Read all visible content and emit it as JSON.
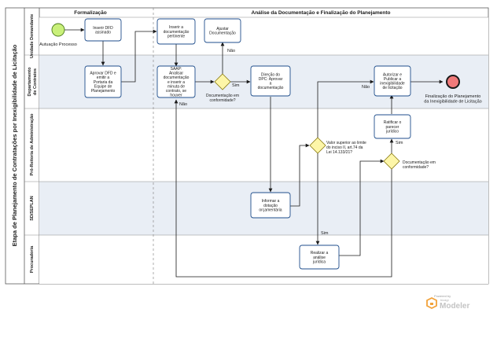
{
  "pool": {
    "title": "Etapa de Planejamento de Contratações por Inexigibilidade de Licitação"
  },
  "phases": [
    {
      "label": "Formalização"
    },
    {
      "label": "Análise da Documentação e Finalização do Planejamento"
    }
  ],
  "lanes": [
    {
      "label": "Unidade Demandante"
    },
    {
      "label": "Departamento de Contratos"
    },
    {
      "label": "Pró-Reitoria de Administração"
    },
    {
      "label": "SD/SEPLAN"
    },
    {
      "label": "Procuradoria"
    }
  ],
  "events": {
    "start": {
      "label": "Autuação Processo"
    },
    "end": {
      "label": "Finalização do Planejamento da Inexigibilidade de Licitação"
    }
  },
  "tasks": [
    {
      "id": "inserir-dfd",
      "label": "Inserir DFD assinado"
    },
    {
      "id": "aprovar-dfd",
      "label": "Aprovar DFD e emitir a Portaria da Equipe de Planejamento"
    },
    {
      "id": "inserir-doc",
      "label": "Inserir a documentação pertinente"
    },
    {
      "id": "ajustar-doc",
      "label": "Ajustar Documentação"
    },
    {
      "id": "saap",
      "label": "SAAP: Analisar documentação e inserir a minuta de contrato, se houver"
    },
    {
      "id": "direcao-dpc",
      "label": "Direção do DPC: Aprovar a documentação"
    },
    {
      "id": "autorizar",
      "label": "Autorizar e Publicar a inexigibilidade de licitação"
    },
    {
      "id": "ratificar",
      "label": "Ratificar o parecer jurídico"
    },
    {
      "id": "informar",
      "label": "Informar a dotação orçamentária"
    },
    {
      "id": "realizar",
      "label": "Realizar a análise jurídica"
    }
  ],
  "gateways": [
    {
      "id": "gw1",
      "label": "Documentação em conformidade?"
    },
    {
      "id": "gw2",
      "label": "Valor superior ao limite do inciso II, art.74 da Lei 14.133/21?"
    },
    {
      "id": "gw3",
      "label": "Documentação em conformidade?"
    }
  ],
  "flow_labels": {
    "gw1_no": "Não",
    "gw1_yes": "Sim",
    "gw1_back": "Não",
    "gw2_no": "Não",
    "gw2_yes": "Sim",
    "gw3_yes": "Sim"
  },
  "badge": {
    "powered_by": "Powered by",
    "product_top": "bizagi",
    "product": "Modeler"
  },
  "colors": {
    "lane_alt": "#e9eef5",
    "task_fill": "#ffffff",
    "task_stroke": "#1f4e8c",
    "gateway_fill": "#fdf6a8",
    "start_fill": "#c9f07a",
    "end_fill": "#f07a7a"
  }
}
